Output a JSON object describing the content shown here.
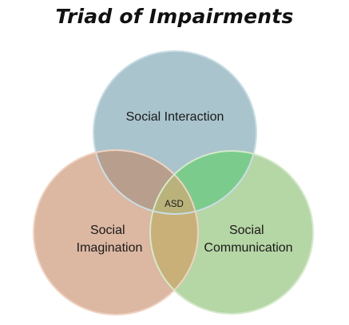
{
  "title": "Triad of Impairments",
  "circles": {
    "top": {
      "lines": [
        "Social Interaction"
      ],
      "fill": "#a9c4cd",
      "stroke": "#c9dde3"
    },
    "left": {
      "lines": [
        "Social",
        "Imagination"
      ],
      "fill": "#dcb7a1",
      "stroke": "#efd3c2"
    },
    "right": {
      "lines": [
        "Social",
        "Communication"
      ],
      "fill": "#b5d6a5",
      "stroke": "#d4e9ca"
    }
  },
  "overlaps": {
    "top_left": "#b89e8c",
    "top_right": "#7bcc8c",
    "left_right": "#c8b078",
    "center": {
      "label": "ASD",
      "fill": "#b9b27a"
    }
  }
}
